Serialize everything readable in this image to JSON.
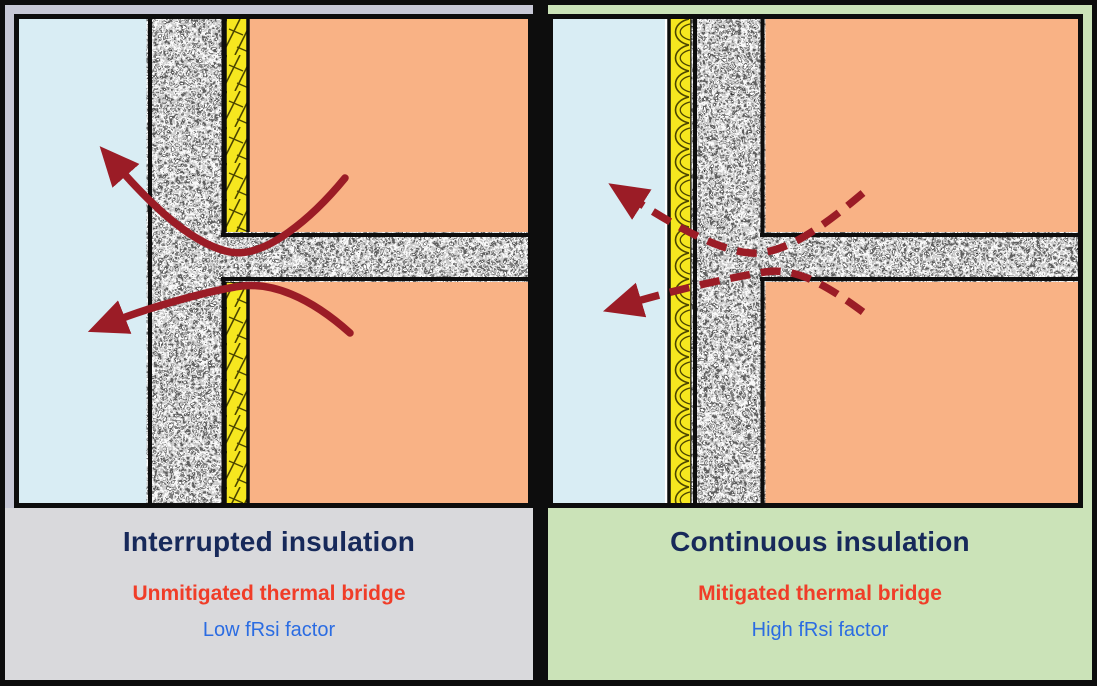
{
  "figure": {
    "description": "Two-panel construction detail comparing wall-slab junctions",
    "panels": [
      {
        "id": "interrupted",
        "title": "Interrupted insulation",
        "subtitle": "Unmitigated thermal bridge",
        "note": "Low fRsi factor",
        "insulation_continuity": "interrupted by floor slab",
        "heat_flow_arrow_style": "solid"
      },
      {
        "id": "continuous",
        "title": "Continuous insulation",
        "subtitle": "Mitigated thermal bridge",
        "note": "High fRsi factor",
        "insulation_continuity": "continuous past floor slab",
        "heat_flow_arrow_style": "dashed"
      }
    ],
    "colors": {
      "cold_side_fill": "#d9edf4",
      "warm_side_fill": "#f9b285",
      "insulation_fill": "#f6e71f",
      "heat_arrow": "#9b1c26",
      "title_text": "#17295a",
      "subtitle_text": "#f03d28",
      "note_text": "#2b6ce2",
      "left_frame_bg": "#c7c8d6",
      "left_caption_bg": "#d9d9dc",
      "right_panel_bg": "#cbe3b8",
      "border": "#0d0d0d"
    }
  }
}
